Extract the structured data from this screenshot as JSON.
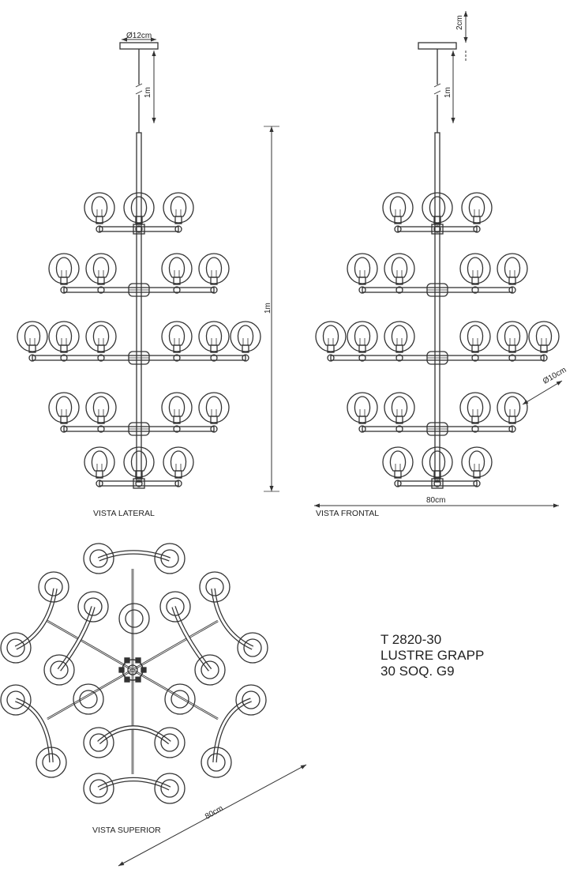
{
  "views": {
    "lateral": "VISTA LATERAL",
    "frontal": "VISTA FRONTAL",
    "superior": "VISTA SUPERIOR"
  },
  "dimensions": {
    "canopy_diameter": "Ø12cm",
    "canopy_height": "2cm",
    "cable_length_lateral": "1m",
    "cable_length_frontal": "1m",
    "body_height": "1m",
    "frontal_width": "80cm",
    "globe_diameter": "Ø10cm",
    "top_width": "80cm"
  },
  "product": {
    "code": "T 2820-30",
    "name": "LUSTRE GRAPP",
    "sockets": "30 SOQ. G9"
  },
  "colors": {
    "line": "#333333",
    "background": "#ffffff"
  }
}
